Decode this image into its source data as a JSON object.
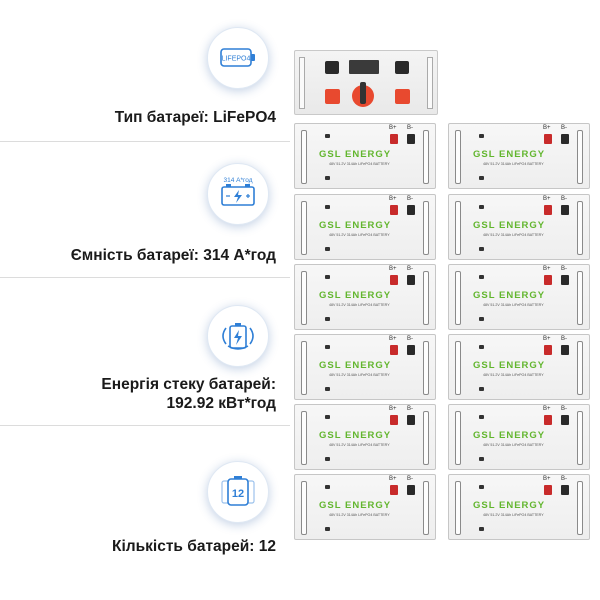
{
  "specs": [
    {
      "label_lines": [
        "Тип батареї: LiFePO4"
      ],
      "icon": "lifepo4-battery-icon",
      "icon_text": "LIFEPO4"
    },
    {
      "label_lines": [
        "Ємність батареї: 314 А*год"
      ],
      "icon": "battery-capacity-icon",
      "icon_text": "314 А*год"
    },
    {
      "label_lines": [
        "Енергія стеку батарей:",
        "192.92 кВт*год"
      ],
      "icon": "energy-stack-icon",
      "icon_text": ""
    },
    {
      "label_lines": [
        "Кількість батарей: 12"
      ],
      "icon": "battery-count-icon",
      "icon_text": "12"
    }
  ],
  "module": {
    "brand": "GSL ENERGY",
    "subtitle": "48V 51.2V 314Ah LiFePO4 BATTERY",
    "plus": "B+",
    "minus": "B-"
  },
  "colors": {
    "icon_blue": "#2f7fd6",
    "brand_green": "#62b62e",
    "terminal_red": "#c82b2b",
    "terminal_black": "#2a2a2a"
  }
}
